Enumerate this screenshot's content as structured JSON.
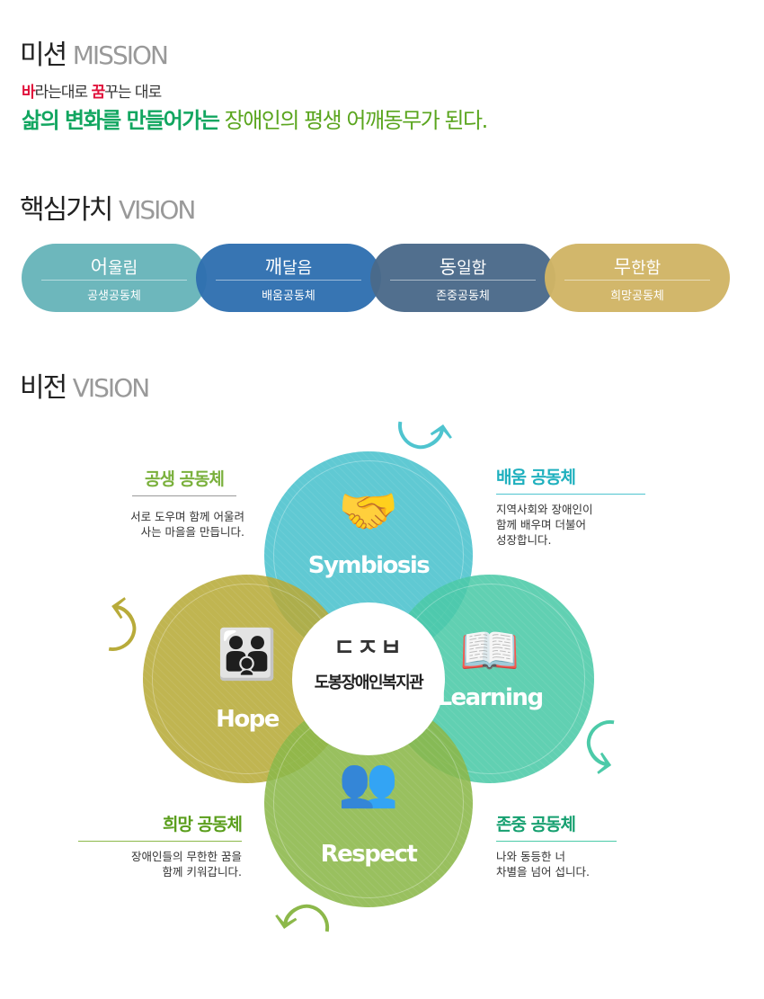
{
  "mission": {
    "title_ko": "미션",
    "title_en": "MISSION",
    "sub_red1": "바",
    "sub_1": "라는대로 ",
    "sub_red2": "꿈",
    "sub_2": "꾸는 대로",
    "line_green": "삶의 변화를 만들어가는",
    "line_olive": " 장애인의 평생 어깨동무가 된다."
  },
  "values": {
    "title_ko": "핵심가치",
    "title_en": "VISION",
    "items": [
      {
        "big": "어",
        "rest": "울림",
        "sub": "공생공동체",
        "color": "#68b5ba"
      },
      {
        "big": "깨",
        "rest": "달음",
        "sub": "배움공동체",
        "color": "#2f70b0"
      },
      {
        "big": "동",
        "rest": "일함",
        "sub": "존중공동체",
        "color": "#4a6a8a"
      },
      {
        "big": "무",
        "rest": "한함",
        "sub": "희망공동체",
        "color": "#d1b565"
      }
    ]
  },
  "vision": {
    "title_ko": "비전",
    "title_en": "VISION",
    "center": {
      "logo": "ㄷㅈㅂ",
      "name": "도봉장애인복지관"
    },
    "circles": [
      {
        "label": "Symbiosis",
        "icon": "handshake-icon",
        "color": "#4fc4cf"
      },
      {
        "label": "Learning",
        "icon": "book-icon",
        "color": "#4ccaa8"
      },
      {
        "label": "Hope",
        "icon": "family-icon",
        "color": "#b8ab3a"
      },
      {
        "label": "Respect",
        "icon": "people-icon",
        "color": "#8cb84a"
      }
    ],
    "descs": [
      {
        "title": "공생 공동체",
        "l1": "서로 도우며 함께 어울려",
        "l2": "사는 마을을 만듭니다.",
        "color": "#7ab03c"
      },
      {
        "title": "배움 공동체",
        "l1": "지역사회와 장애인이",
        "l2": "함께 배우며 더불어",
        "l3": "성장합니다.",
        "color": "#1fb0be"
      },
      {
        "title": "희망 공동체",
        "l1": "장애인들의 무한한 꿈을",
        "l2": "함께 키워갑니다.",
        "color": "#5a9e1c"
      },
      {
        "title": "존중 공동체",
        "l1": "나와 동등한 너",
        "l2": "차별을 넘어 섭니다.",
        "color": "#16a070"
      }
    ]
  }
}
